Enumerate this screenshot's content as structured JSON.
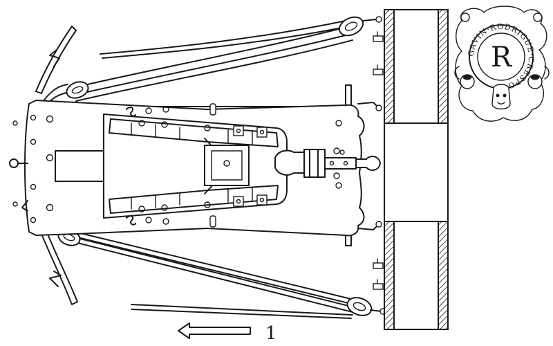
{
  "figure": {
    "label": "1",
    "direction_arrow": "arrow-left"
  },
  "seal": {
    "center_letter": "R",
    "ring_text": "GAVIN·RODRIGUE·CRESPO·E"
  },
  "colors": {
    "ink": "#1a1a1a",
    "paper": "#ffffff"
  }
}
